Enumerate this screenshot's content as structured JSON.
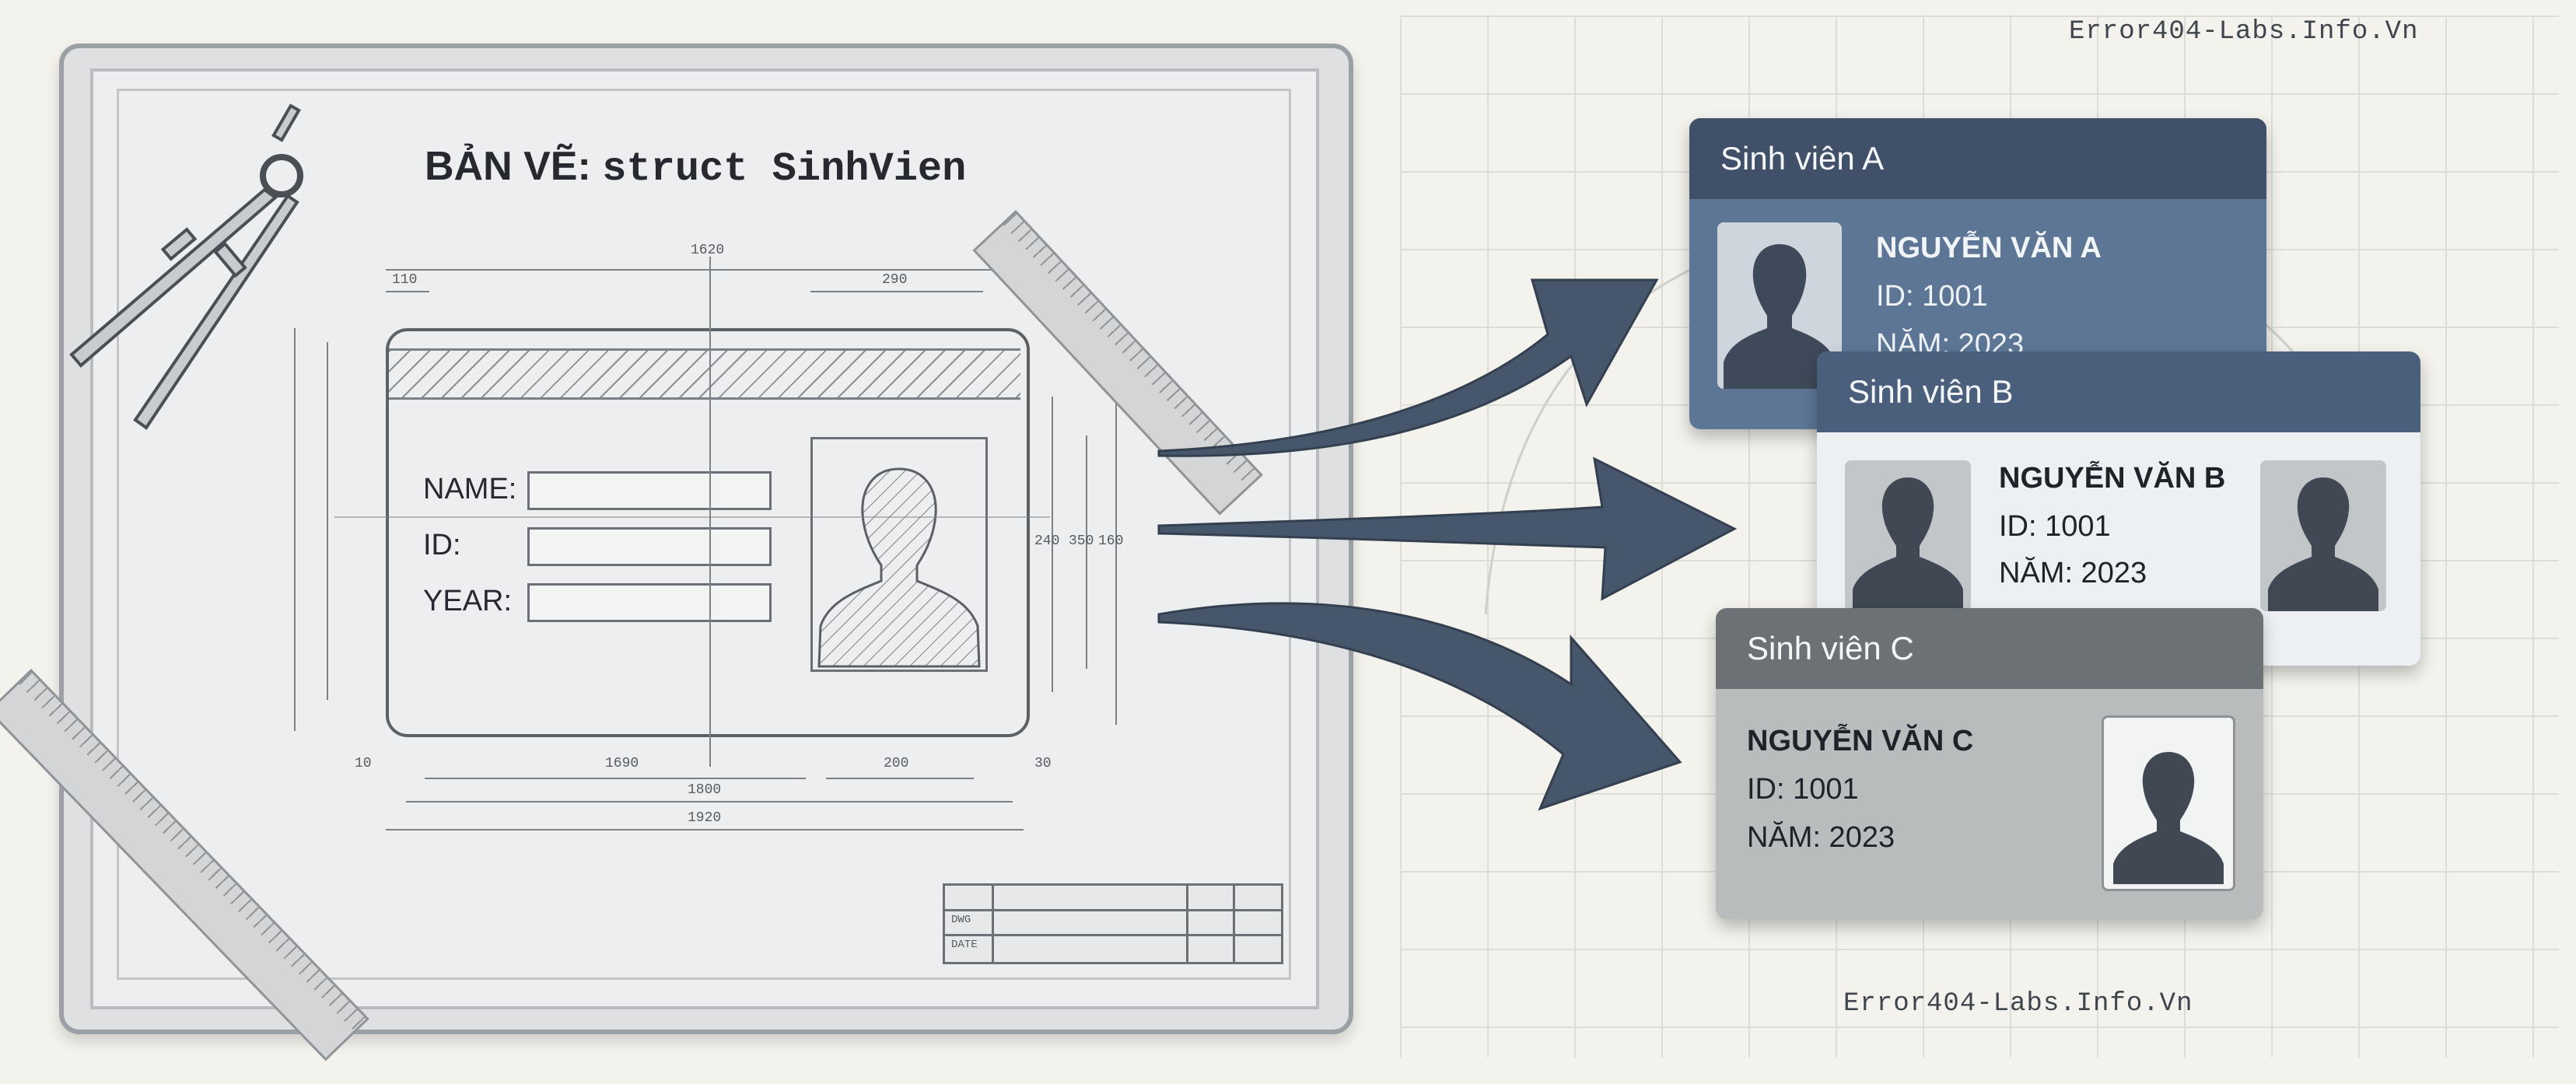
{
  "credits": {
    "top": "Error404-Labs.Info.Vn",
    "bottom": "Error404-Labs.Info.Vn"
  },
  "blueprint": {
    "title_prefix": "BẢN VẼ:",
    "title_code": "struct SinhVien",
    "fields": [
      {
        "label": "NAME:"
      },
      {
        "label": "ID:"
      },
      {
        "label": "YEAR:"
      }
    ],
    "dimensions": {
      "top_overall": "1620",
      "top_left": "110",
      "top_photo": "290",
      "bottom_a": "1690",
      "bottom_b": "200",
      "bottom_c": "1800",
      "bottom_d": "1920",
      "bottom_left": "10",
      "bottom_right": "30",
      "right_a": "240",
      "right_b": "350",
      "right_c": "160"
    },
    "title_block": {
      "row1": "DWG",
      "row2": "DATE"
    }
  },
  "students": [
    {
      "header": "Sinh viên A",
      "name": "NGUYỄN VĂN A",
      "id": "ID: 1001",
      "year": "NĂM: 2023"
    },
    {
      "header": "Sinh viên B",
      "name": "NGUYỄN VĂN B",
      "id": "ID: 1001",
      "year": "NĂM: 2023"
    },
    {
      "header": "Sinh viên C",
      "name": "NGUYỄN VĂN C",
      "id": "ID: 1001",
      "year": "NĂM: 2023"
    }
  ],
  "colors": {
    "arrow": "#46566b",
    "card_a_header": "#3f5068",
    "card_a_body": "#5d7696",
    "card_b_header": "#4a5f7c",
    "card_b_body": "#edf0f3",
    "card_c_header": "#6c7175",
    "card_c_body": "#b9bcbd"
  }
}
